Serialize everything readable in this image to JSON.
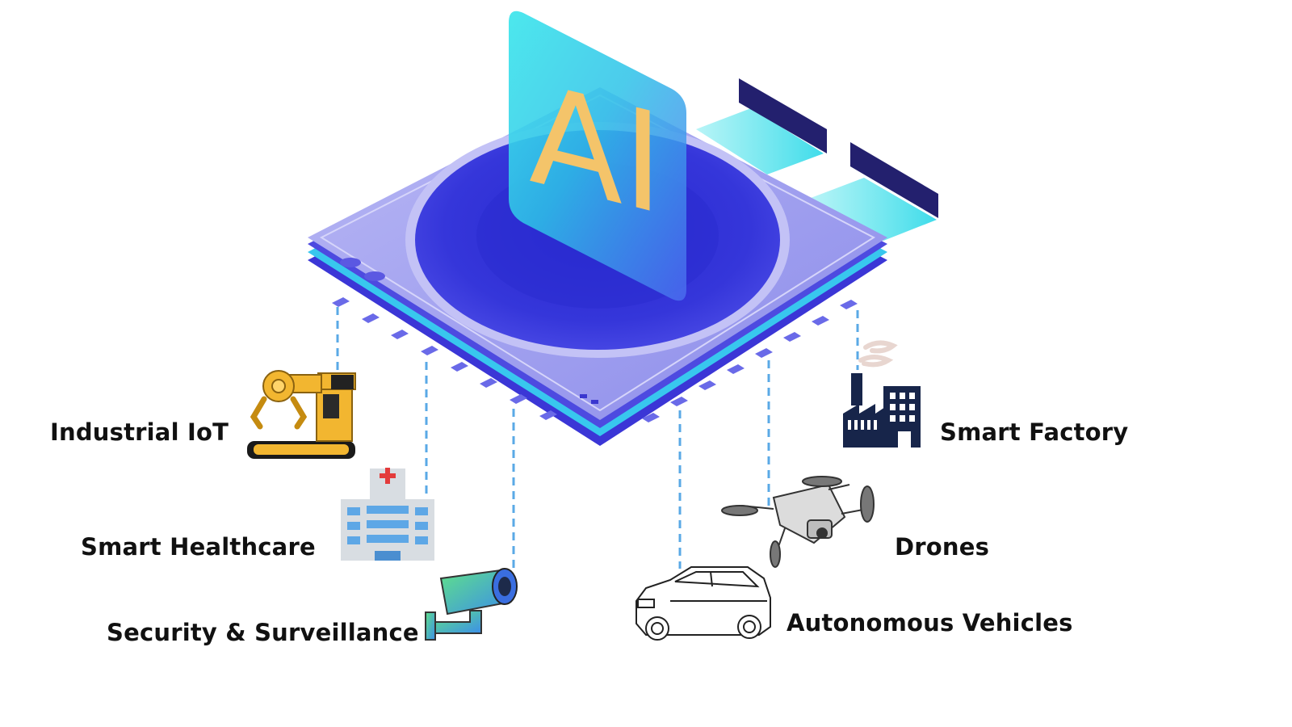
{
  "chip": {
    "logo_text": "AI"
  },
  "applications": [
    {
      "id": "industrial-iot",
      "label": "Industrial IoT",
      "icon": "robotic-arm-icon"
    },
    {
      "id": "smart-healthcare",
      "label": "Smart Healthcare",
      "icon": "hospital-icon"
    },
    {
      "id": "security-surveillance",
      "label": "Security & Surveillance",
      "icon": "security-camera-icon"
    },
    {
      "id": "smart-factory",
      "label": "Smart Factory",
      "icon": "factory-icon"
    },
    {
      "id": "drones",
      "label": "Drones",
      "icon": "drone-icon"
    },
    {
      "id": "autonomous-vehicles",
      "label": "Autonomous Vehicles",
      "icon": "car-icon"
    }
  ],
  "colors": {
    "chip_top": "#9d9cf0",
    "chip_core": "#2f2fd8",
    "chip_edge": "#4a48e0",
    "accent_cyan": "#3fd9e6",
    "logo_text": "#f4c46a",
    "connector": "#5aa9e6",
    "bar_dark": "#23206e"
  }
}
